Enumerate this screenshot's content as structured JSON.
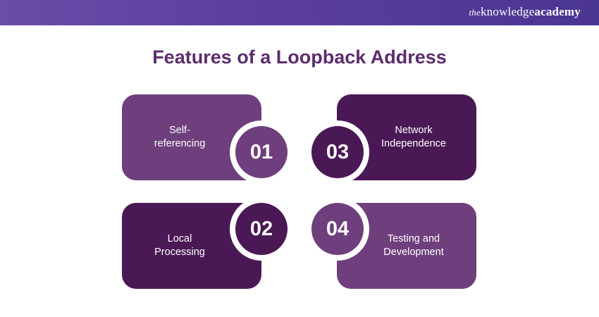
{
  "header": {
    "brand_the": "the",
    "brand_knowledge": "knowledge",
    "brand_academy": "academy"
  },
  "title": "Features of a Loopback Address",
  "features": [
    {
      "number": "01",
      "line1": "Self-",
      "line2": "referencing"
    },
    {
      "number": "02",
      "line1": "Local",
      "line2": "Processing"
    },
    {
      "number": "03",
      "line1": "Network",
      "line2": "Independence"
    },
    {
      "number": "04",
      "line1": "Testing and",
      "line2": "Development"
    }
  ],
  "colors": {
    "header_gradient_start": "#6b4ca8",
    "header_gradient_end": "#4b3592",
    "title": "#5b2d6e",
    "light_purple": "#6e3f7c",
    "dark_purple": "#4a1955"
  }
}
